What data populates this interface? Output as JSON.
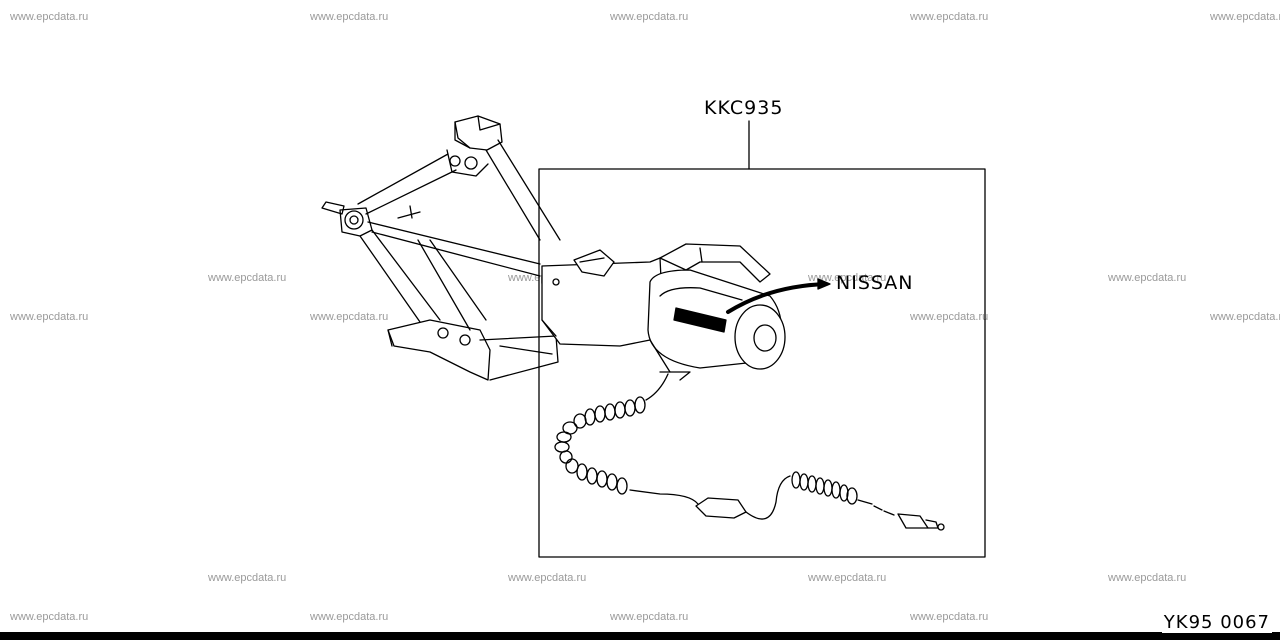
{
  "diagram": {
    "part_number": "KKC935",
    "callout_brand": "NISSAN",
    "figure_code": "YK95 0067"
  },
  "watermarks": {
    "text": "www.epcdata.ru"
  },
  "colors": {
    "line": "#000000",
    "background": "#ffffff",
    "watermark": "#9a9a9a"
  }
}
